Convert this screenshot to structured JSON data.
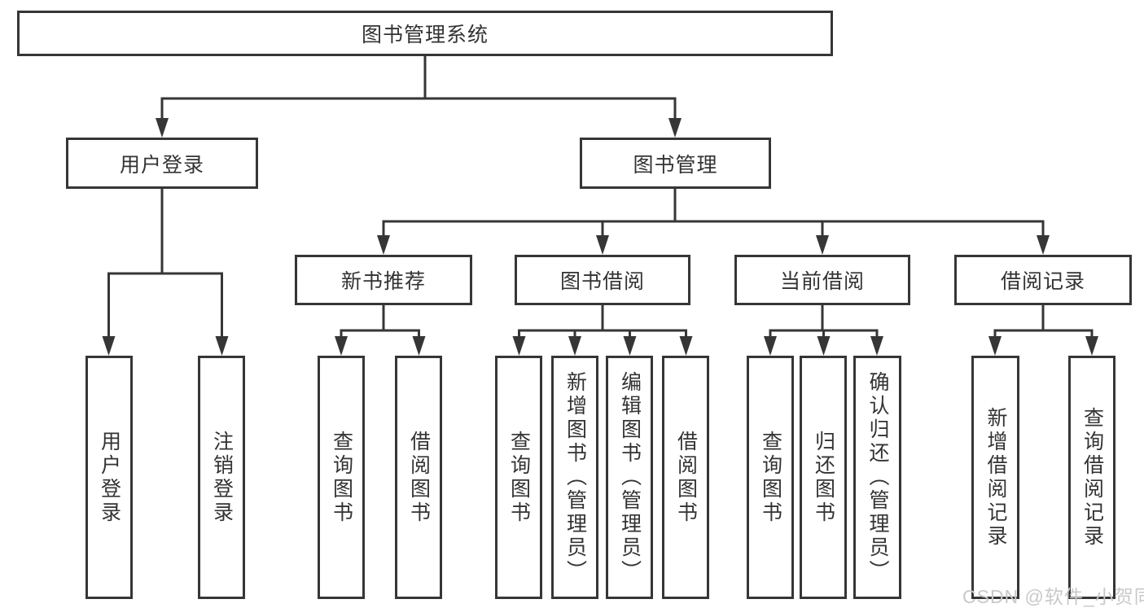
{
  "diagram": {
    "root": {
      "label": "图书管理系统",
      "children": [
        {
          "label": "用户登录",
          "children": [
            {
              "label": "用户登录"
            },
            {
              "label": "注销登录"
            }
          ]
        },
        {
          "label": "图书管理",
          "children": [
            {
              "label": "新书推荐",
              "children": [
                {
                  "label": "查询图书"
                },
                {
                  "label": "借阅图书"
                }
              ]
            },
            {
              "label": "图书借阅",
              "children": [
                {
                  "label": "查询图书"
                },
                {
                  "label": "新增图书（管理员）"
                },
                {
                  "label": "编辑图书（管理员）"
                },
                {
                  "label": "借阅图书"
                }
              ]
            },
            {
              "label": "当前借阅",
              "children": [
                {
                  "label": "查询图书"
                },
                {
                  "label": "归还图书"
                },
                {
                  "label": "确认归还（管理员）"
                }
              ]
            },
            {
              "label": "借阅记录",
              "children": [
                {
                  "label": "新增借阅记录"
                },
                {
                  "label": "查询借阅记录"
                }
              ]
            }
          ]
        }
      ]
    }
  },
  "watermark": {
    "text": "CSDN @软件_小贺同学"
  },
  "colors": {
    "line": "#363636",
    "text": "#333333",
    "box_background": "#ffffff",
    "watermark": "#c9c9c9",
    "page_background": "#ffffff"
  }
}
